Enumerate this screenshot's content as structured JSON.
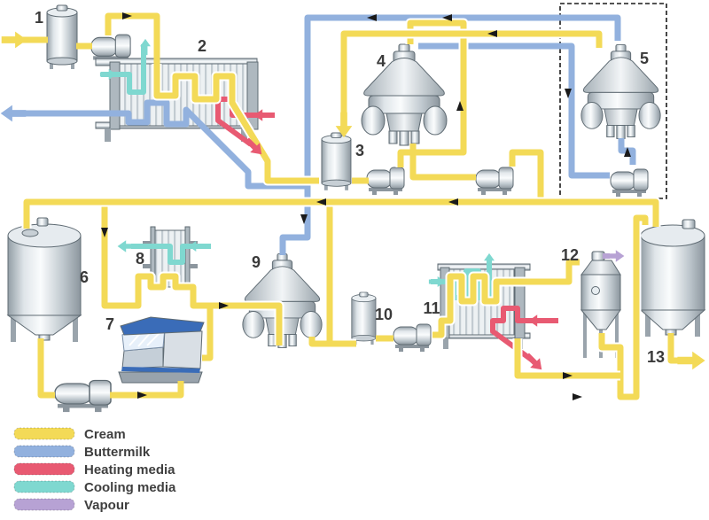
{
  "diagram": {
    "labels": [
      {
        "text": "1"
      },
      {
        "text": "2"
      },
      {
        "text": "3"
      },
      {
        "text": "4"
      },
      {
        "text": "5"
      },
      {
        "text": "6"
      },
      {
        "text": "7"
      },
      {
        "text": "8"
      },
      {
        "text": "9"
      },
      {
        "text": "10"
      },
      {
        "text": "11"
      },
      {
        "text": "12"
      },
      {
        "text": "13"
      }
    ]
  },
  "legend": {
    "items": [
      {
        "label": "Cream",
        "color": "#F3DA57"
      },
      {
        "label": "Buttermilk",
        "color": "#92B1DE"
      },
      {
        "label": "Heating media",
        "color": "#E85A72"
      },
      {
        "label": "Cooling media",
        "color": "#7FD8D0"
      },
      {
        "label": "Vapour",
        "color": "#B7A2D4"
      }
    ]
  },
  "colors": {
    "cream": "#F3DA57",
    "buttermilk": "#92B1DE",
    "heating": "#E85A72",
    "cooling": "#7FD8D0",
    "vapour": "#B7A2D4",
    "arrow": "#1A1A1A"
  }
}
